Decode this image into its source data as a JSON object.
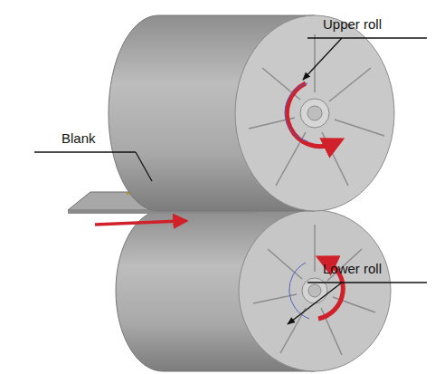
{
  "diagram": {
    "labels": [
      "Upper roll",
      "Blank",
      "Lower roll"
    ]
  }
}
